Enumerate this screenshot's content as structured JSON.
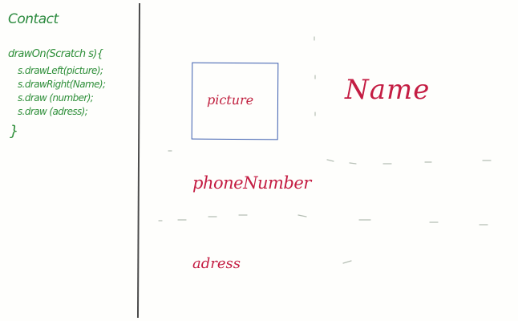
{
  "code_panel": {
    "title": "Contact",
    "lines": [
      "drawOn(Scratch s){",
      "s.drawLeft(picture);",
      "s.drawRight(Name);",
      "s.draw (number);",
      "s.draw (adress);",
      "}"
    ]
  },
  "mockup": {
    "picture_label": "picture",
    "name_label": "Name",
    "phone_label": "phoneNumber",
    "address_label": "adress"
  },
  "colors": {
    "code_ink": "#2f8f3a",
    "label_ink": "#c41d43",
    "box_ink": "#3a5cae",
    "line_ink": "#2b2b2b"
  }
}
